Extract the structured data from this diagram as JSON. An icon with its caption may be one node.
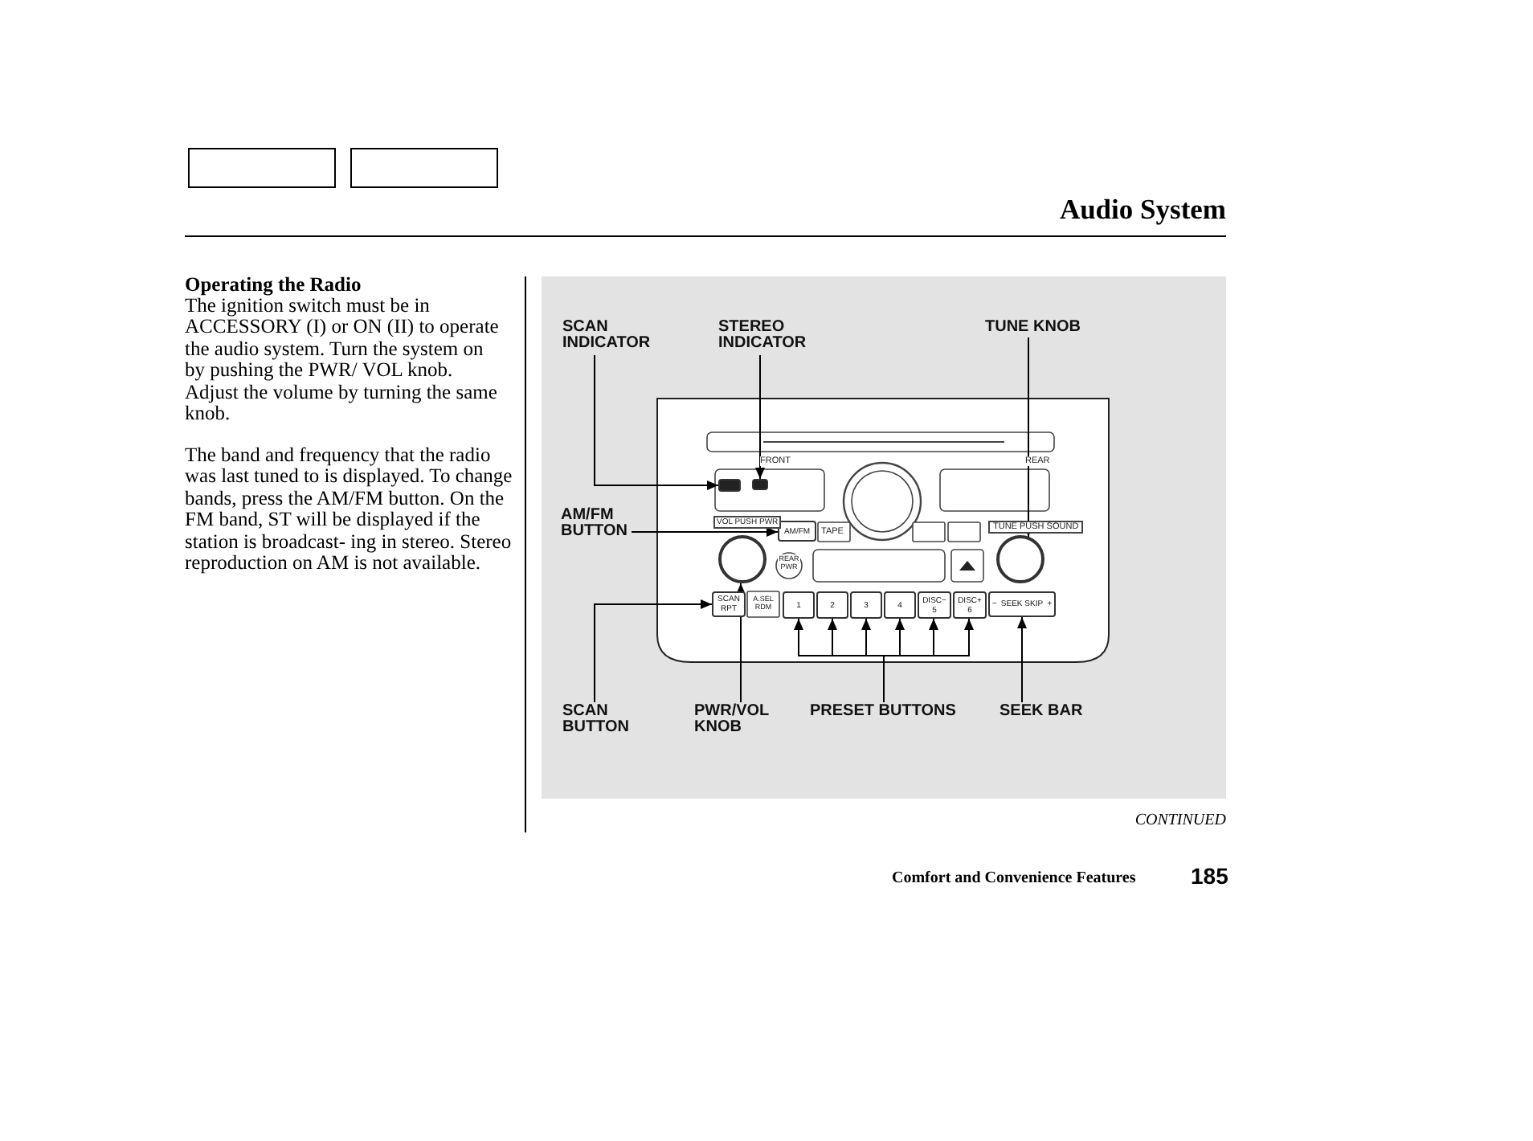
{
  "diagram": {
    "title": "Audio System",
    "nodes": [
      {
        "text": [
          "SCAN INDICATOR"
        ]
      },
      {
        "text": [],
        "shape": "box"
      },
      {
        "text": [
          "STEREO INDICATOR"
        ]
      },
      {
        "text": [],
        "shape": "box"
      },
      {
        "text": [
          "TUNE KNOB"
        ]
      },
      {
        "text": [],
        "shape": "circle"
      },
      {
        "text": [
          "AM/FM BUTTON"
        ]
      },
      {
        "text": [
          "AM/FM"
        ]
      },
      {
        "text": [
          "SCAN BUTTON"
        ]
      },
      {
        "text": [
          "SCAN RPT"
        ]
      },
      {
        "text": [
          "PWR/VOL KNOB"
        ]
      },
      {
        "text": [],
        "shape": "circle"
      },
      {
        "text": [
          "PRESET BUTTONS"
        ]
      },
      {
        "text": [
          "1"
        ]
      },
      {
        "text": [
          "2"
        ]
      },
      {
        "text": [
          "3"
        ]
      },
      {
        "text": [
          "4"
        ]
      },
      {
        "text": [
          "DISC−",
          "5"
        ]
      },
      {
        "text": [
          "DISC+",
          "6"
        ]
      },
      {
        "text": [
          "SEEK BAR"
        ]
      },
      {
        "text": [
          "−",
          "SEEK SKIP",
          "+"
        ]
      },
      {
        "text": [],
        "shape": "box"
      },
      {
        "text": [],
        "shape": "box"
      }
    ],
    "edges": [
      {
        "from": 0,
        "to": 1,
        "arrow": "to"
      },
      {
        "from": 2,
        "to": 3,
        "arrow": "to"
      },
      {
        "from": 4,
        "to": 11,
        "arrow": "to"
      },
      {
        "from": 6,
        "to": 7,
        "arrow": "to"
      },
      {
        "from": 8,
        "to": 9,
        "arrow": "to"
      },
      {
        "from": 10,
        "to": 5,
        "arrow": "to"
      },
      {
        "from": 12,
        "to": 13,
        "arrow": "to"
      },
      {
        "from": 12,
        "to": 14,
        "arrow": "to"
      },
      {
        "from": 12,
        "to": 15,
        "arrow": "to"
      },
      {
        "from": 12,
        "to": 16,
        "arrow": "to"
      },
      {
        "from": 12,
        "to": 17,
        "arrow": "to"
      },
      {
        "from": 12,
        "to": 18,
        "arrow": "to"
      },
      {
        "from": 19,
        "to": 20,
        "arrow": "to"
      }
    ],
    "labels": [
      "Operating the Radio",
      "The ignition switch must be in ACCESSORY (I) or ON (II) to operate the audio system. Turn the system on by pushing the PWR/ VOL knob. Adjust the volume by turning the same knob.",
      "The band and frequency that the radio was last tuned to is displayed. To change bands, press the AM/FM button. On the FM band, ST will be displayed if the station is broadcast- ing in stereo. Stereo reproduction on AM is not available.",
      "FRONT",
      "REAR",
      "VOL PUSH PWR",
      "TUNE PUSH SOUND",
      "TAPE",
      "REAR PWR",
      "A.SEL RDM",
      "CONTINUED",
      "Comfort and Convenience Features",
      "185"
    ]
  }
}
